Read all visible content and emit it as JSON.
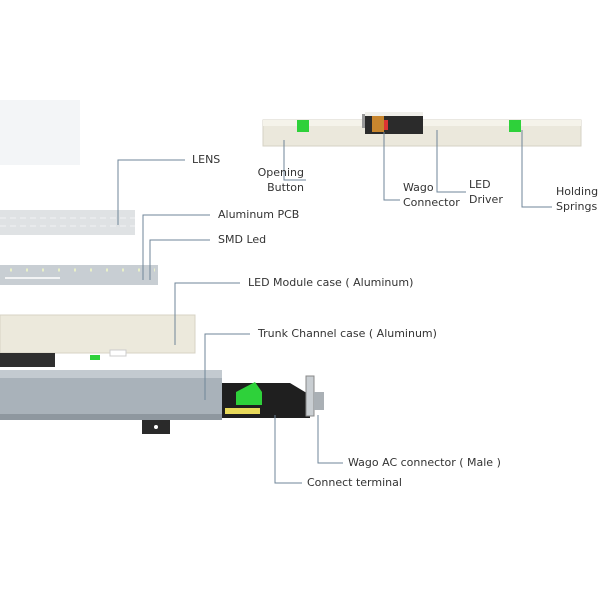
{
  "labels": {
    "lens": "LENS",
    "aluminum_pcb": "Aluminum PCB",
    "smd_led": "SMD Led",
    "led_module_case": "LED Module case ( Aluminum)",
    "trunk_channel_case": "Trunk Channel case ( Aluminum)",
    "wago_ac_connector": "Wago AC connector ( Male )",
    "connect_terminal": "Connect terminal",
    "opening_button": [
      "Opening",
      "Button"
    ],
    "wago_connector": [
      "Wago",
      "Connector"
    ],
    "led_driver": [
      "LED",
      "Driver"
    ],
    "holding_springs": [
      "Holding",
      "Springs"
    ]
  },
  "colors": {
    "leader": "#6f8598",
    "cream": "#ece9dc",
    "green": "#2ed13a",
    "trunk": "#a9b2ba"
  }
}
